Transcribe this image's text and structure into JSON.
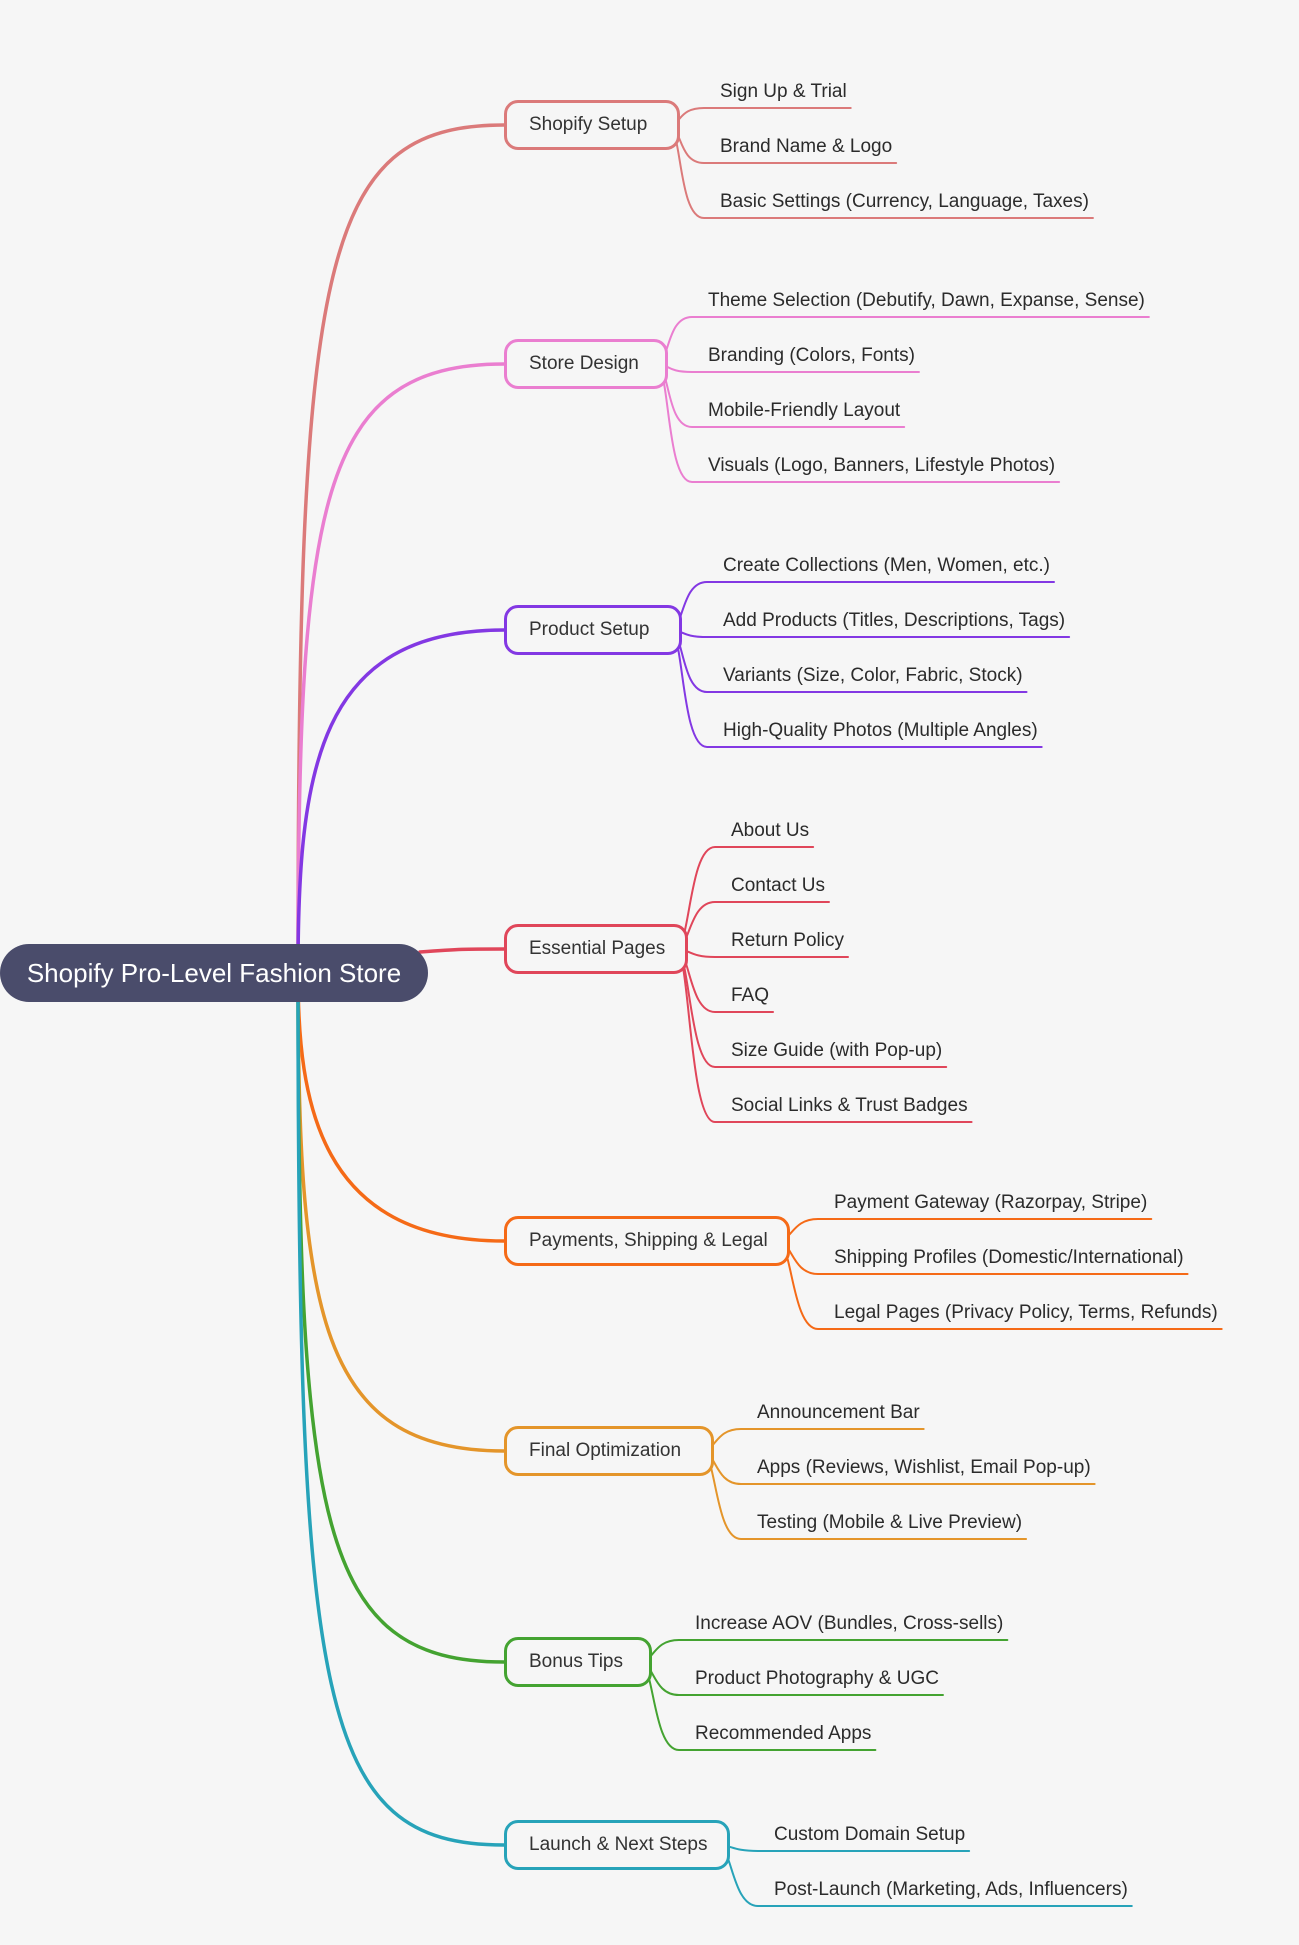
{
  "root": {
    "label": "Shopify Pro-Level Fashion Store",
    "color": "#4a4c6b"
  },
  "branches": [
    {
      "label": "Shopify Setup",
      "color": "#db7a7a",
      "children": [
        "Sign Up & Trial",
        "Brand Name & Logo",
        "Basic Settings (Currency, Language, Taxes)"
      ]
    },
    {
      "label": "Store Design",
      "color": "#ea7ed0",
      "children": [
        "Theme Selection (Debutify, Dawn, Expanse, Sense)",
        "Branding (Colors, Fonts)",
        "Mobile-Friendly Layout",
        "Visuals (Logo, Banners, Lifestyle Photos)"
      ]
    },
    {
      "label": "Product Setup",
      "color": "#8338e3",
      "children": [
        "Create Collections (Men, Women, etc.)",
        "Add Products (Titles, Descriptions, Tags)",
        "Variants (Size, Color, Fabric, Stock)",
        "High-Quality Photos (Multiple Angles)"
      ]
    },
    {
      "label": "Essential Pages",
      "color": "#e0465a",
      "children": [
        "About Us",
        "Contact Us",
        "Return Policy",
        "FAQ",
        "Size Guide (with Pop-up)",
        "Social Links & Trust Badges"
      ]
    },
    {
      "label": "Payments, Shipping & Legal",
      "color": "#f56a17",
      "children": [
        "Payment Gateway (Razorpay, Stripe)",
        "Shipping Profiles (Domestic/International)",
        "Legal Pages (Privacy Policy, Terms, Refunds)"
      ]
    },
    {
      "label": "Final Optimization",
      "color": "#e4952a",
      "children": [
        "Announcement Bar",
        "Apps (Reviews, Wishlist, Email Pop-up)",
        "Testing (Mobile & Live Preview)"
      ]
    },
    {
      "label": "Bonus Tips",
      "color": "#44a331",
      "children": [
        "Increase AOV (Bundles, Cross-sells)",
        "Product Photography & UGC",
        "Recommended Apps"
      ]
    },
    {
      "label": "Launch & Next Steps",
      "color": "#27a3b9",
      "children": [
        "Custom Domain Setup",
        "Post-Launch (Marketing, Ads, Influencers)"
      ]
    }
  ]
}
